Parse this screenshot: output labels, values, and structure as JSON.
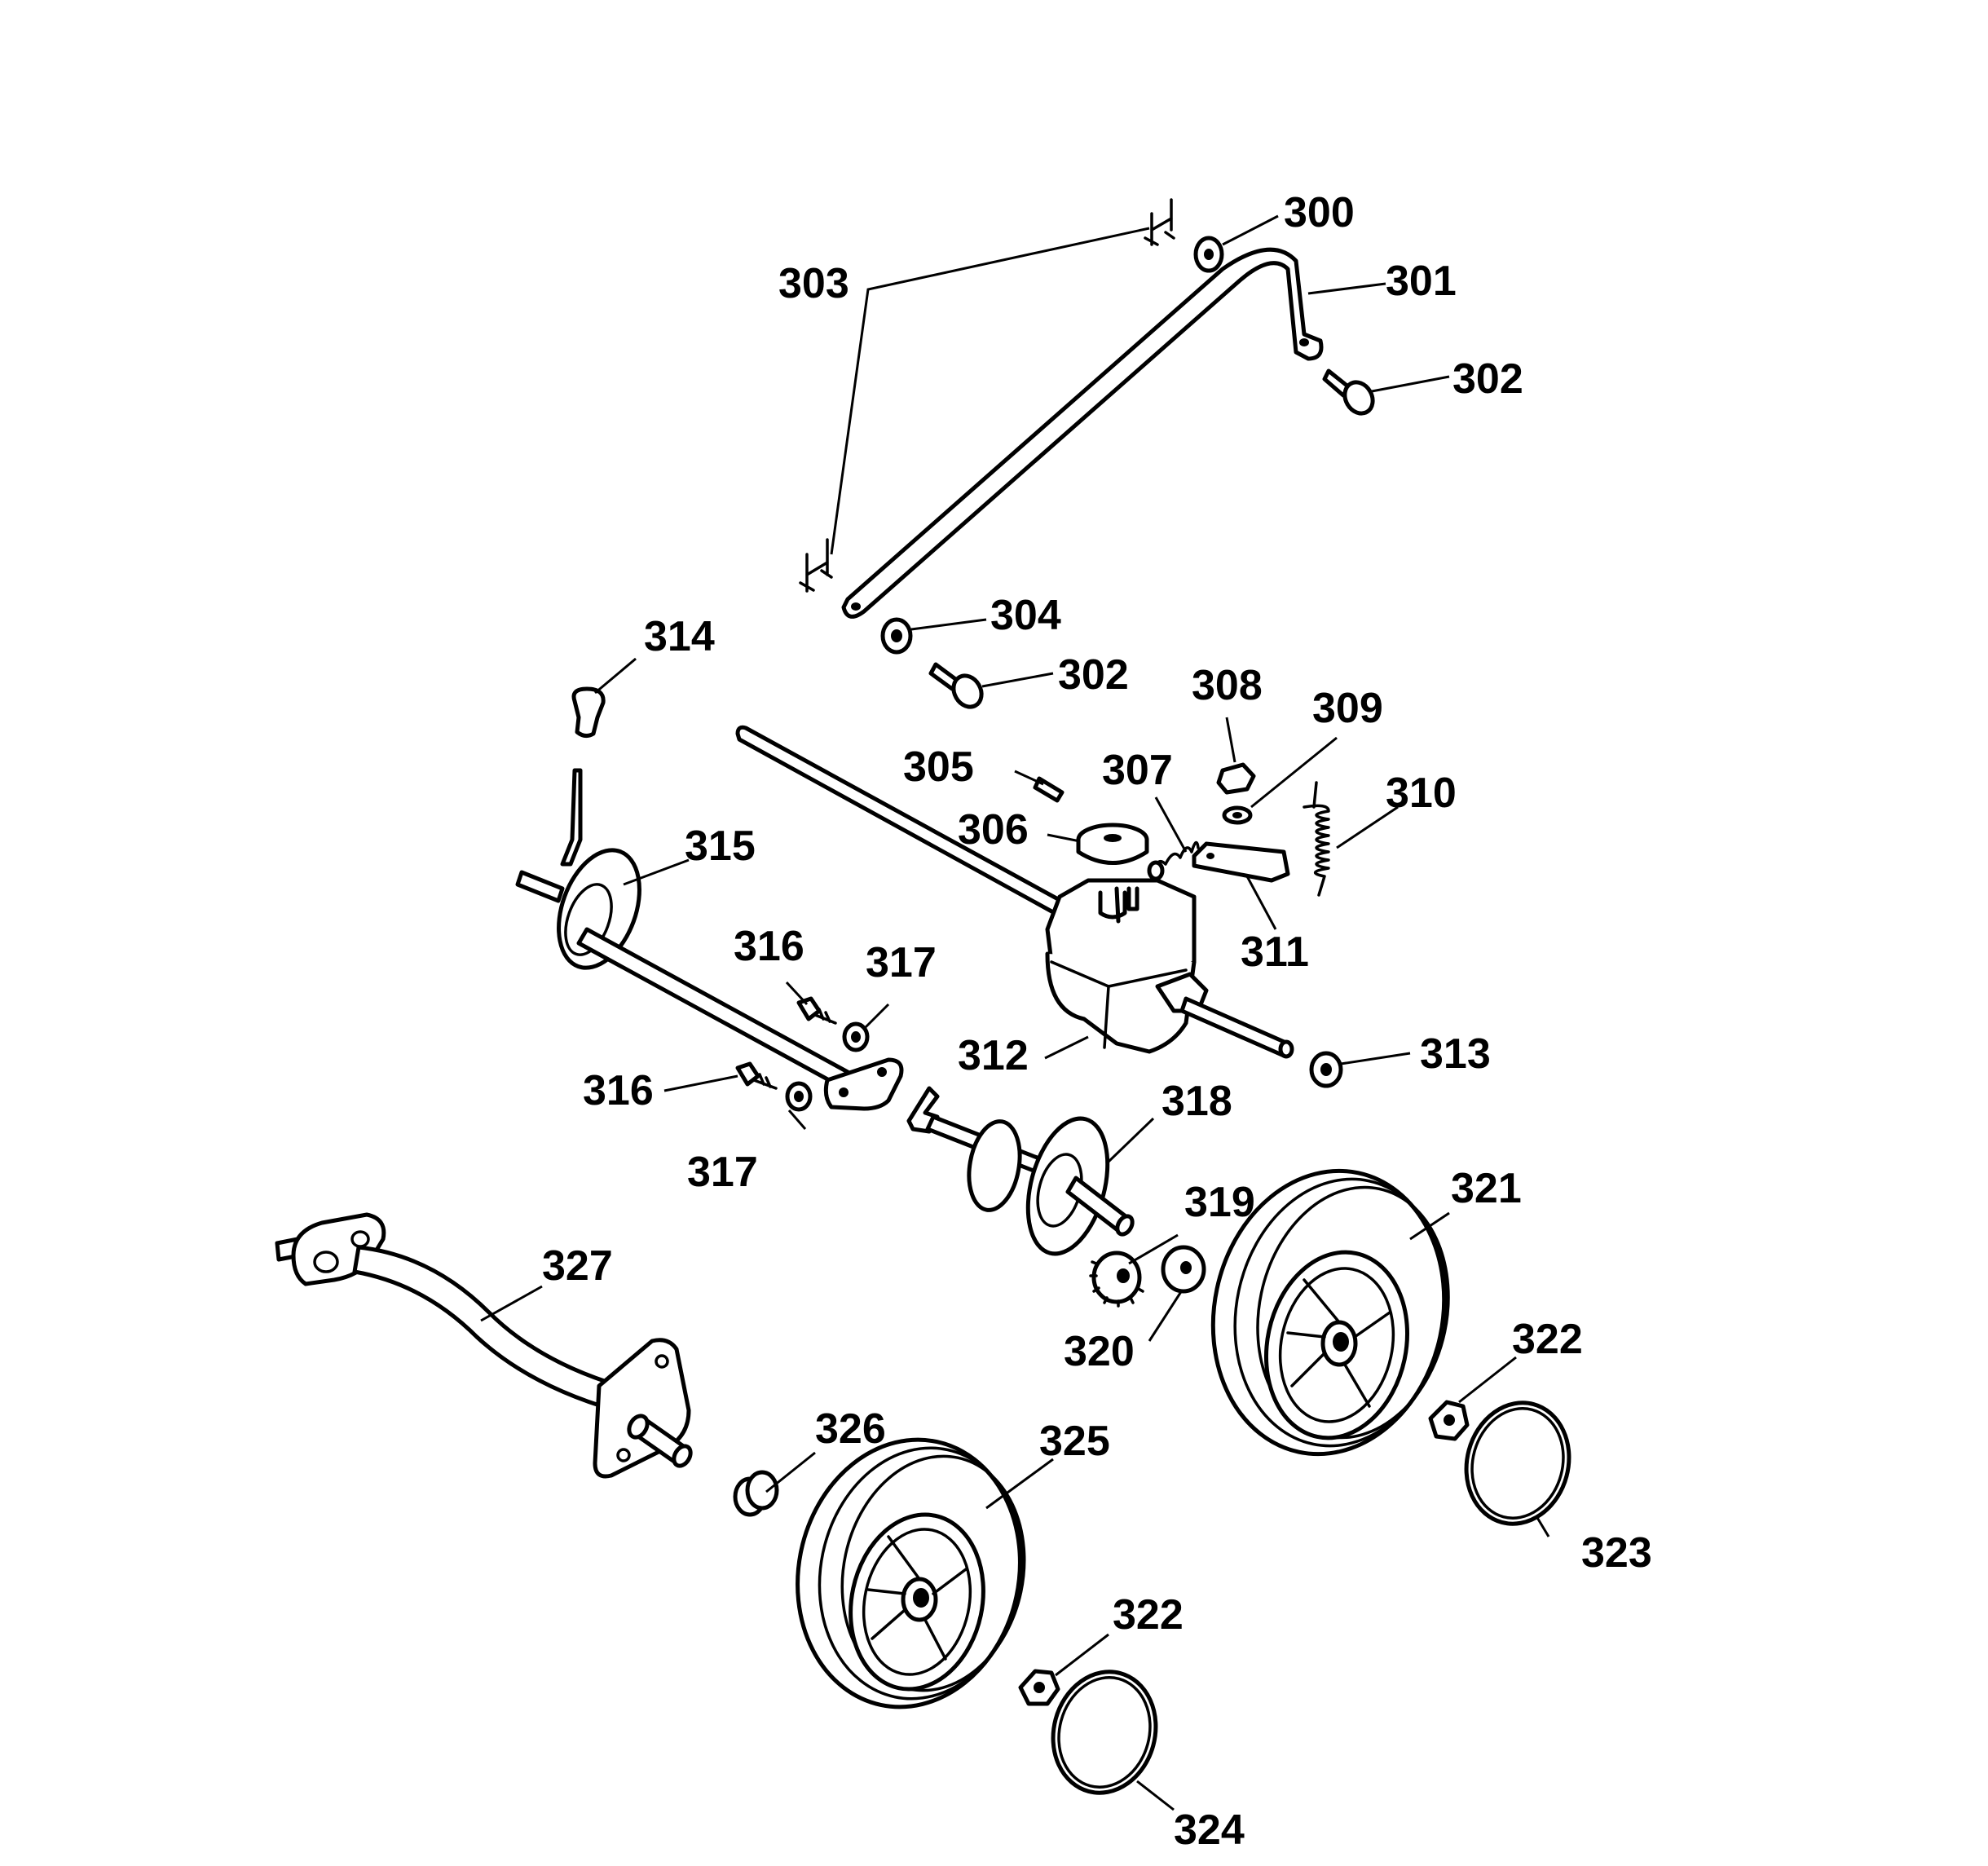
{
  "labels": {
    "l300": "300",
    "l301": "301",
    "l302a": "302",
    "l302b": "302",
    "l303": "303",
    "l304": "304",
    "l305": "305",
    "l306": "306",
    "l307": "307",
    "l308": "308",
    "l309": "309",
    "l310": "310",
    "l311": "311",
    "l312": "312",
    "l313": "313",
    "l314": "314",
    "l315": "315",
    "l316a": "316",
    "l316b": "316",
    "l317a": "317",
    "l317b": "317",
    "l318": "318",
    "l319": "319",
    "l320": "320",
    "l321": "321",
    "l322a": "322",
    "l322b": "322",
    "l323": "323",
    "l324": "324",
    "l325": "325",
    "l326": "326",
    "l327": "327"
  }
}
